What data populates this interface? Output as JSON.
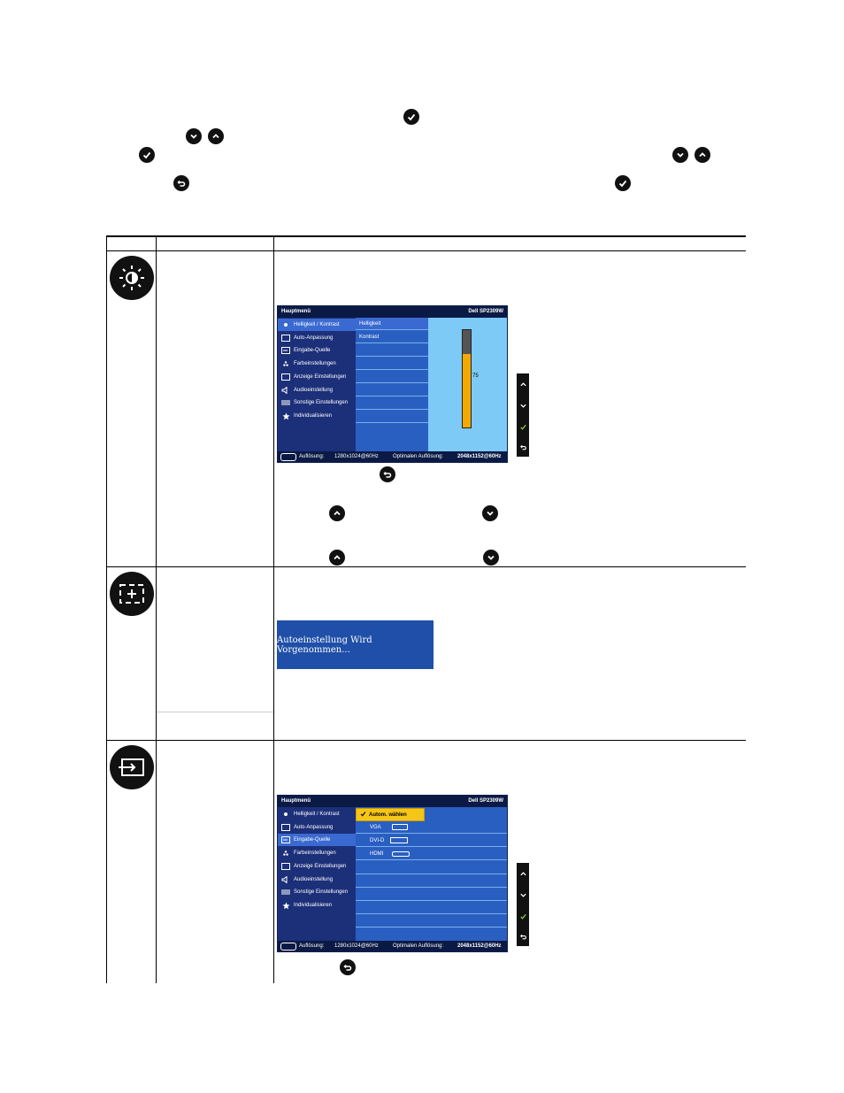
{
  "icons": {
    "check": "check-icon",
    "down": "chevron-down-icon",
    "up": "chevron-up-icon",
    "back": "back-arrow-icon",
    "brightness": "brightness-contrast-icon",
    "auto_adjust": "auto-adjust-icon",
    "input_source": "input-source-icon"
  },
  "colors": {
    "osd_bg": "#2a4f93",
    "osd_header": "#0b1a45",
    "osd_highlight": "#3a6ad1",
    "bar_fill": "#f5a800",
    "panel_light": "#7ccaf5",
    "autosetup_bg": "#1f4fa8"
  },
  "osd1": {
    "header_left": "Hauptmenü",
    "header_right": "Dell SP2309W",
    "menu": [
      "Helligkeit / Kontrast",
      "Auto-Anpassung",
      "Eingabe-Quelle",
      "Farbeinstellungen",
      "Anzeige Einstellungen",
      "Audioeinstellung",
      "Sonstige Einstellungen",
      "Individualisieren"
    ],
    "sub": [
      "Helligkeit",
      "Kontrast"
    ],
    "value": "75",
    "level": 0.75,
    "footer_res_label": "Auflösung:",
    "footer_res": "1280x1024@60Hz",
    "footer_opt_label": "Optimalen Auflösung:",
    "footer_opt": "2048x1152@60Hz"
  },
  "autosetup": {
    "text": "Autoeinstellung Wird Vorgenommen..."
  },
  "osd2": {
    "header_left": "Hauptmenü",
    "header_right": "Dell SP2309W",
    "menu": [
      "Helligkeit / Kontrast",
      "Auto-Anpassung",
      "Eingabe-Quelle",
      "Farbeinstellungen",
      "Anzeige Einstellungen",
      "Audioeinstellung",
      "Sonstige Einstellungen",
      "Individualisieren"
    ],
    "sub": [
      "Autom. wählen",
      "VGA",
      "DVI-D",
      "HDMI"
    ],
    "footer_res_label": "Auflösung:",
    "footer_res": "1280x1024@60Hz",
    "footer_opt_label": "Optimalen Auflösung:",
    "footer_opt": "2048x1152@60Hz"
  }
}
